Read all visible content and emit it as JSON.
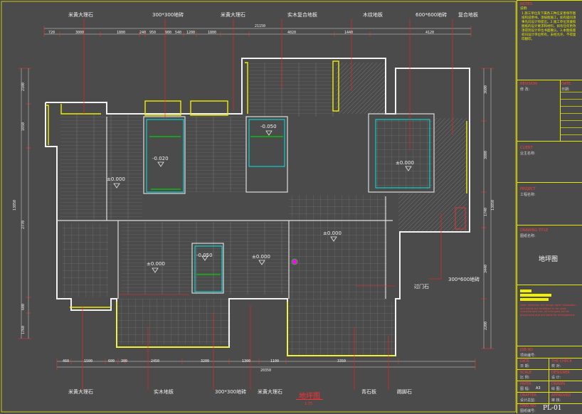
{
  "drawing": {
    "title": "地坪图",
    "scale": "1:75",
    "sheet_no": "PL-01"
  },
  "callouts_top": [
    "米黄大理石",
    "300*300地砖",
    "米黄大理石",
    "实木复合地板",
    "木纹地板",
    "600*600地砖",
    "复合地板"
  ],
  "callouts_bottom": [
    "米黄大理石",
    "实木地板",
    "300*300地砖",
    "米黄大理石",
    "青石板",
    "踢脚石"
  ],
  "callouts_right": [
    "过门石",
    "300*600地砖"
  ],
  "dims_top_total": "21150",
  "dims_top": [
    "720",
    "3000",
    "1800",
    "240",
    "950",
    "900",
    "540",
    "1200",
    "1800",
    "4020",
    "1440",
    "4120"
  ],
  "dims_bottom_total": "20350",
  "dims_bottom": [
    "460",
    "1500",
    "600",
    "300",
    "2450",
    "3200",
    "1300",
    "1100",
    "3350"
  ],
  "dims_left": [
    "2100",
    "1650",
    "2770",
    "600",
    "1760"
  ],
  "dims_left_total": "13850",
  "dims_right": [
    "3600",
    "3800",
    "1740",
    "3440",
    "2200"
  ],
  "dims_right_total": "13850",
  "levels": [
    "±0.000",
    "-0.020",
    "-0.050",
    "±0.000",
    "±0.000",
    "±0.000",
    "-0.050",
    "±0.000"
  ],
  "titleblock": {
    "notes_header": "NOTES",
    "notes_label": "说明:",
    "notes_text": "1.施工单位及下属各工种应妥善保存图纸和说明书。须按图施工，如有疑问须事先向设计师提出。2.施工单位须遵照图纸的设计要求和材料，如有任何更改须得到设计单位书面确认。3.本图纸版权归设计单位所有，未经允许，不得复印翻印。",
    "revision": "REVISION",
    "revision_cn": "修 改:",
    "date": "DATE",
    "date_cn": "日期:",
    "client": "CLIENT",
    "client_cn": "业主名称:",
    "project": "PROJECT",
    "project_cn": "工程名称:",
    "drawing_title": "DRAWING TITLE",
    "drawing_title_cn": "图纸名称:",
    "drawing_name": "地坪图",
    "red_note": "Note: Attention the design right. Illustration and words are forbidden to be used. Unauthorized use, all infringers will be prosecuted and are liable for infringement.",
    "job_no": "JOB NO",
    "job_no_cn": "项目编号:",
    "date2": "DATE",
    "date2_cn": "日 期:",
    "checked": "THE CHECK",
    "checked_cn": "校 对:",
    "scale_lbl": "SCALE",
    "scale_cn": "比 例:",
    "designer": "DESIGNER",
    "designer_cn": "设 计:",
    "paper": "PAPER",
    "paper_cn": "图 幅:",
    "paper_val": "A3",
    "drawn": "DRAWN",
    "drawn_cn": "绘 图:",
    "drafter": "DRAFTER",
    "drafter_cn": "设计总监:",
    "approved": "APPROVED",
    "approved_cn": "审 核:",
    "dwg_no": "DWG NO.",
    "dwg_no_cn": "图纸编号:",
    "dwg_no_val": "PL-01"
  },
  "colors": {
    "background": "#4b4b4b",
    "walls": "#f0f0f0",
    "leader": "#ff2020",
    "window": "#f0f000",
    "cyan": "#00e5e5",
    "green": "#00d000",
    "magenta": "#ff00ff"
  }
}
